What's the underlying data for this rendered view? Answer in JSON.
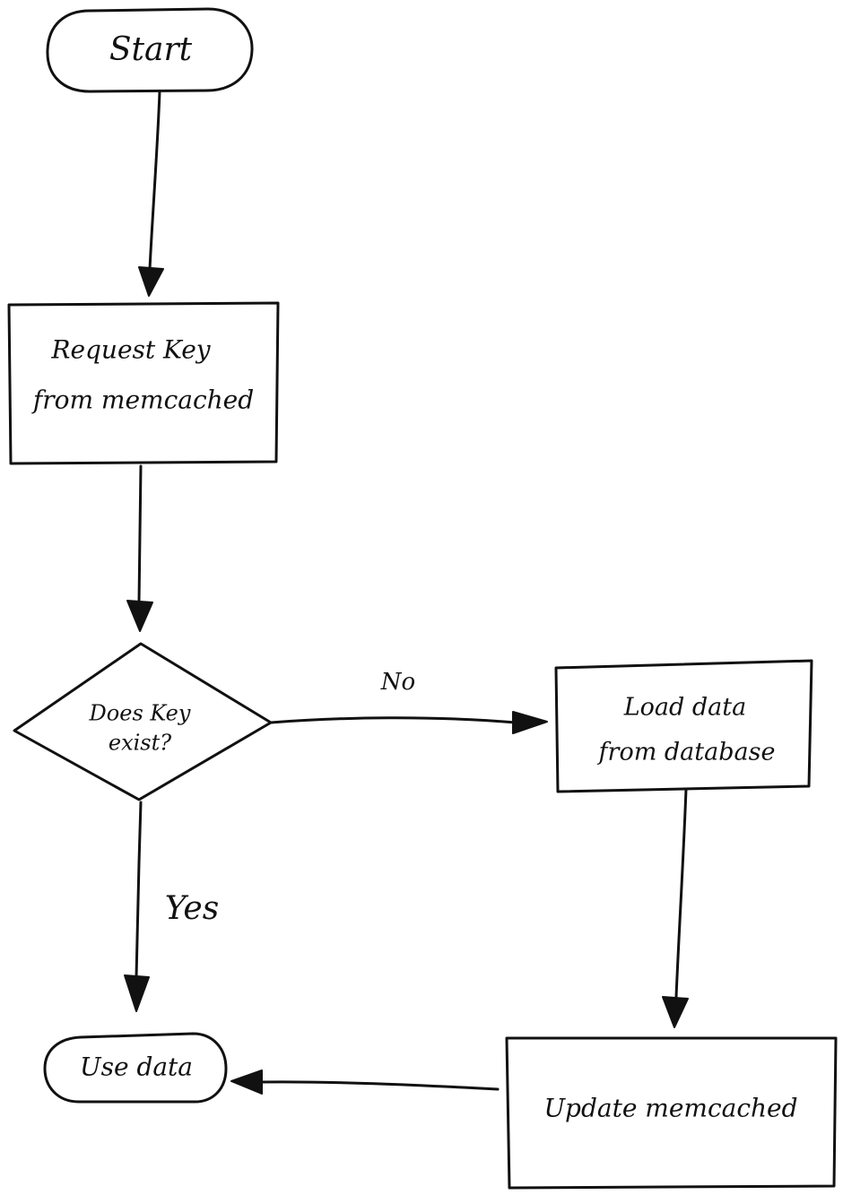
{
  "diagram": {
    "nodes": {
      "start": {
        "shape": "terminator",
        "lines": [
          "Start"
        ]
      },
      "request": {
        "shape": "process",
        "lines": [
          "Request Key",
          "from memcached"
        ]
      },
      "decision": {
        "shape": "decision",
        "lines": [
          "Does Key",
          "exist?"
        ]
      },
      "load": {
        "shape": "process",
        "lines": [
          "Load data",
          "from database"
        ]
      },
      "update": {
        "shape": "process",
        "lines": [
          "Update memcached"
        ]
      },
      "use": {
        "shape": "terminator",
        "lines": [
          "Use data"
        ]
      }
    },
    "edges": [
      {
        "from": "start",
        "to": "request",
        "label": ""
      },
      {
        "from": "request",
        "to": "decision",
        "label": ""
      },
      {
        "from": "decision",
        "to": "load",
        "label": "No"
      },
      {
        "from": "decision",
        "to": "use",
        "label": "Yes"
      },
      {
        "from": "load",
        "to": "update",
        "label": ""
      },
      {
        "from": "update",
        "to": "use",
        "label": ""
      }
    ],
    "labels": {
      "no": "No",
      "yes": "Yes"
    },
    "style": {
      "stroke_color": "#111111",
      "background": "#ffffff"
    }
  }
}
